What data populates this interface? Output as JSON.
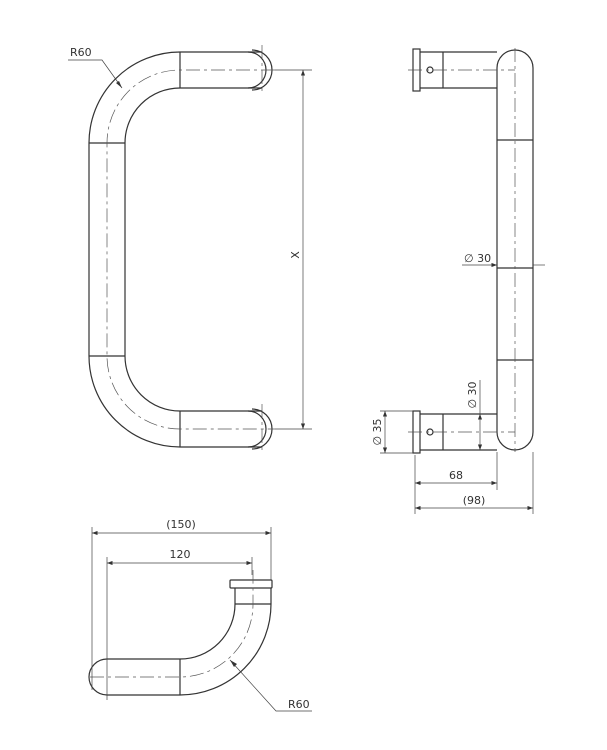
{
  "front_view": {
    "bend_radius_label": "R60",
    "length_label": "X"
  },
  "side_view": {
    "tube_diameter_label": "∅ 30",
    "stub_diameter_label": "∅ 30",
    "flange_diameter_label": "∅ 35",
    "standoff_label": "68",
    "overall_depth_label": "(98)"
  },
  "top_view": {
    "overall_width_label": "(150)",
    "center_width_label": "120",
    "bend_radius_label": "R60"
  },
  "colors": {
    "line": "#333333",
    "background": "#ffffff"
  }
}
